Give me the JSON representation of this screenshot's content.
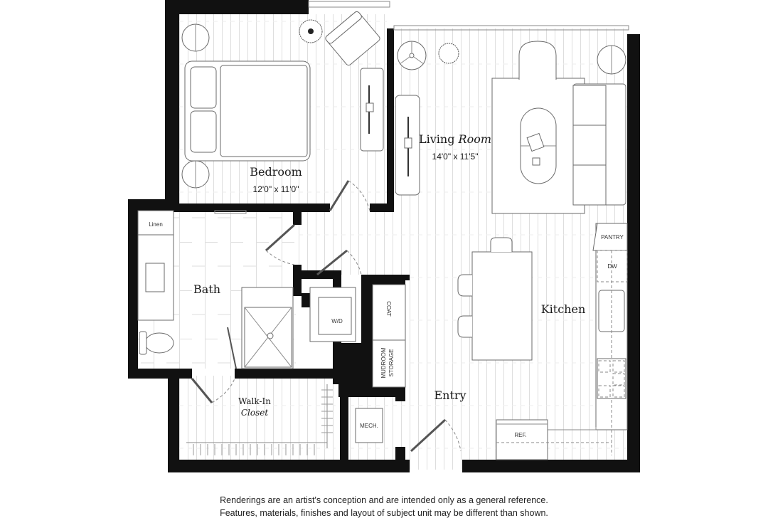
{
  "floorplan": {
    "rooms": {
      "bedroom": {
        "name": "Bedroom",
        "dimensions": "12'0\" x 11'0\""
      },
      "living_room": {
        "name_regular": "Living",
        "name_italic": "Room",
        "dimensions": "14'0\" x 11'5\""
      },
      "bath": {
        "name": "Bath"
      },
      "walk_in_closet": {
        "name_regular": "Walk-In",
        "name_italic": "Closet"
      },
      "kitchen": {
        "name": "Kitchen"
      },
      "entry": {
        "name": "Entry"
      }
    },
    "fixtures": {
      "linen": "Linen",
      "wd": "W/D",
      "coat": "COAT",
      "mudroom_storage_line1": "MUDROOM",
      "mudroom_storage_line2": "STORAGE",
      "mech": "MECH.",
      "pantry": "PANTRY",
      "dw": "DW",
      "ref": "REF."
    },
    "colors": {
      "wall": "#111111",
      "line": "#8a8a8a",
      "background": "#ffffff"
    }
  },
  "disclaimer": {
    "line1": "Renderings are an artist's conception and are intended only as a general reference.",
    "line2": "Features, materials, finishes and layout of subject unit may be different than shown."
  }
}
